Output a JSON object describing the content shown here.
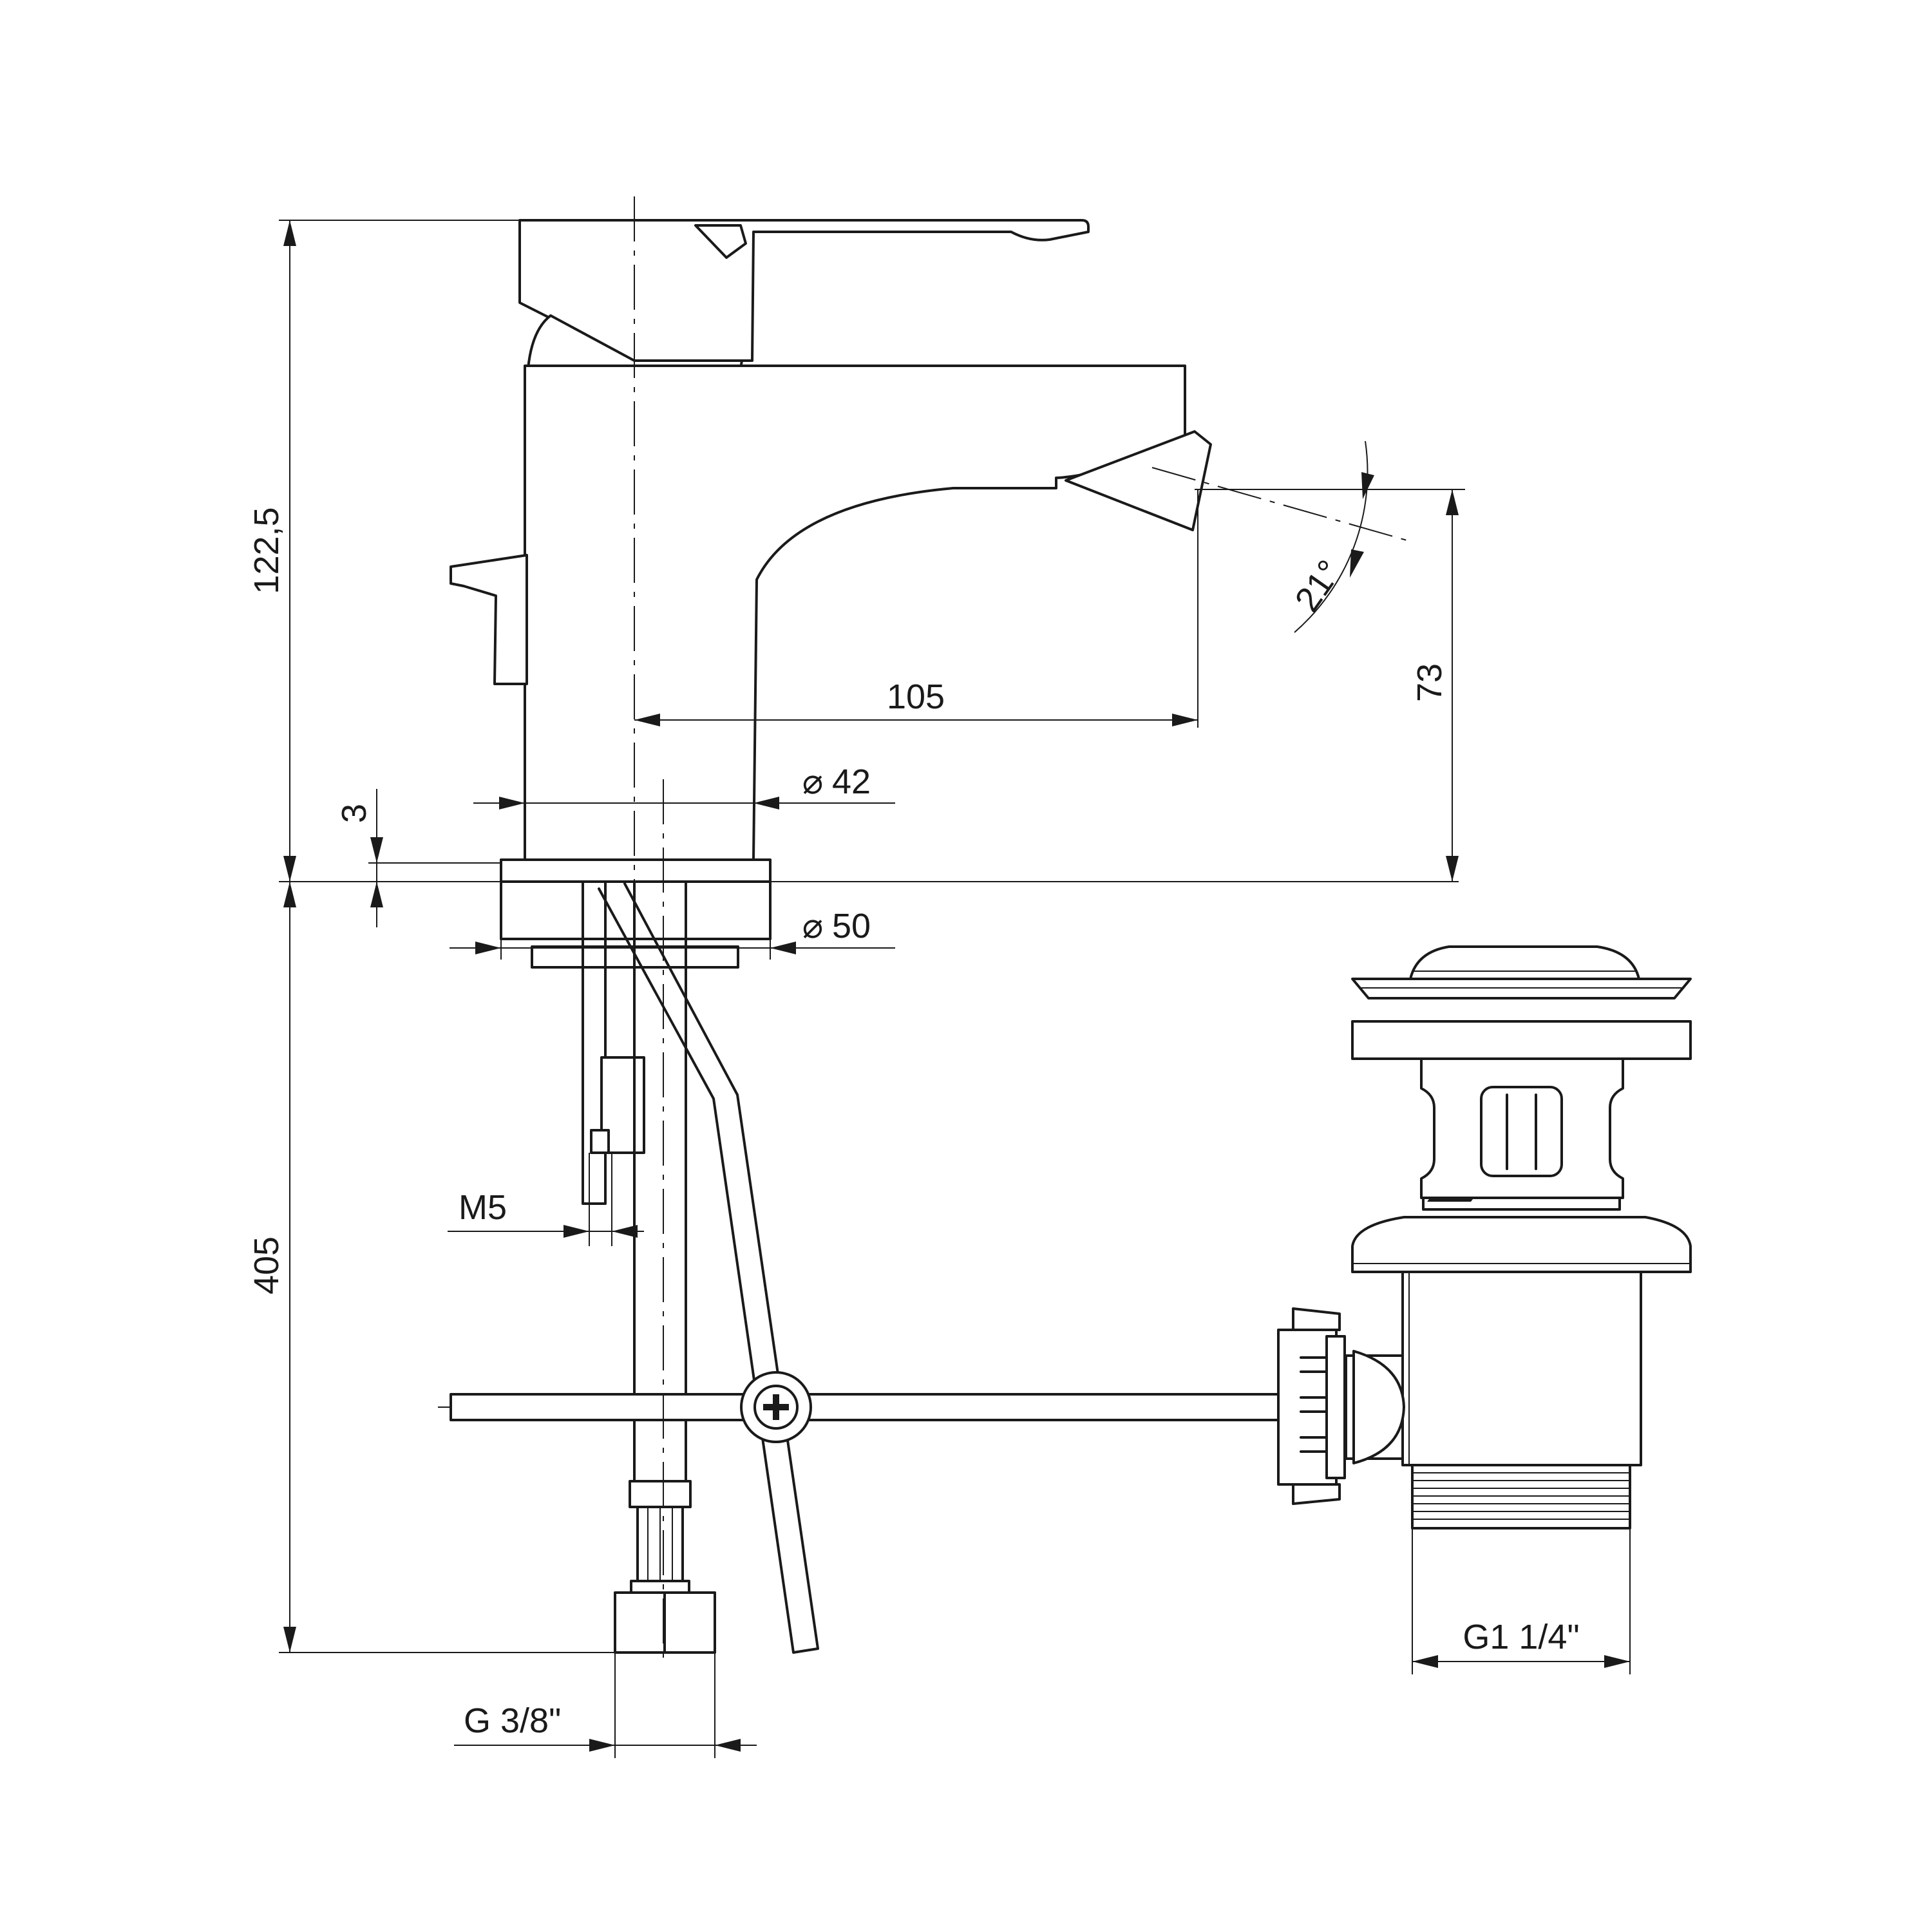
{
  "dimensions": {
    "height_top": "122,5",
    "height_bottom": "405",
    "spout_reach": "105",
    "spout_height": "73",
    "body_diameter": "42",
    "base_diameter": "50",
    "base_thickness": "3",
    "spout_angle": "21°",
    "rod_thread": "M5",
    "supply_thread": "G 3/8\"",
    "waste_thread": "G1 1/4\""
  },
  "symbols": {
    "diameter": "⌀"
  }
}
